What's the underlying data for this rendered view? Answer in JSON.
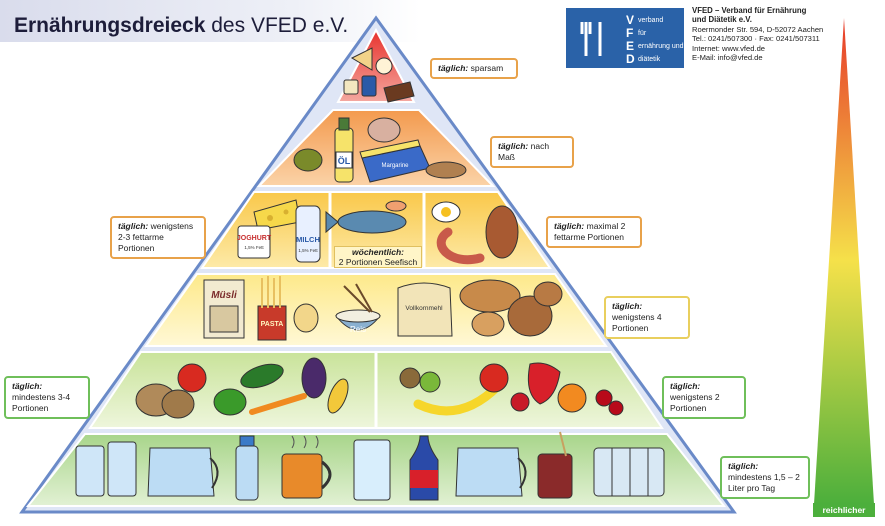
{
  "header": {
    "title_bold": "Ernährungsdreieck",
    "title_rest": "des VFED e.V."
  },
  "organization": {
    "logo_lines": [
      "V",
      "F",
      "E",
      "D"
    ],
    "logo_words": [
      "verband",
      "für",
      "ernährung und",
      "diätetik"
    ],
    "name": "VFED – Verband für Ernährung und Diätetik e.V.",
    "street": "Roermonder Str. 594, D-52072 Aachen",
    "phone": "Tel.: 0241/507300 · Fax: 0241/507311",
    "web": "Internet: www.vfed.de",
    "email": "E-Mail: info@vfed.de"
  },
  "colors": {
    "level_top": "#e8322d",
    "level_2": "#f6a05a",
    "level_3": "#fbd45a",
    "level_4": "#fff1a8",
    "level_5": "#dfeec0",
    "level_6": "#b9dc9a",
    "gradient_top": "#e73a2a",
    "gradient_mid": "#f5e14a",
    "gradient_bottom": "#4caf3c",
    "outline": "#6a8ac8"
  },
  "levels": {
    "top": {
      "prefix": "täglich:",
      "text": "sparsam"
    },
    "fats": {
      "prefix": "täglich:",
      "text": "nach Maß"
    },
    "dairy": {
      "prefix": "täglich:",
      "text": "wenigstens 2-3 fettarme Portionen"
    },
    "meat": {
      "prefix": "täglich:",
      "text": "maximal 2 fettarme Portionen"
    },
    "fish": {
      "prefix": "wöchentlich:",
      "text": "2 Portionen Seefisch"
    },
    "grain": {
      "prefix": "täglich:",
      "text": "wenigstens 4 Portionen"
    },
    "veg": {
      "prefix": "täglich:",
      "text": "mindestens 3-4 Portionen"
    },
    "fruit": {
      "prefix": "täglich:",
      "text": "wenigstens 2 Portionen"
    },
    "drinks": {
      "prefix": "täglich:",
      "text": "mindestens 1,5 – 2 Liter pro Tag"
    }
  },
  "food_labels": {
    "oil": "ÖL",
    "margarine": "Margarine",
    "yogurt": "JOGHURT",
    "yogurt_fat": "1,5% Fett",
    "milk": "MILCH",
    "milk_fat": "1,5% Fett",
    "muesli": "Müsli",
    "pasta": "PASTA",
    "rice": "Reis",
    "flour": "Vollkornmehl"
  },
  "gradient_label": "reichlicher"
}
